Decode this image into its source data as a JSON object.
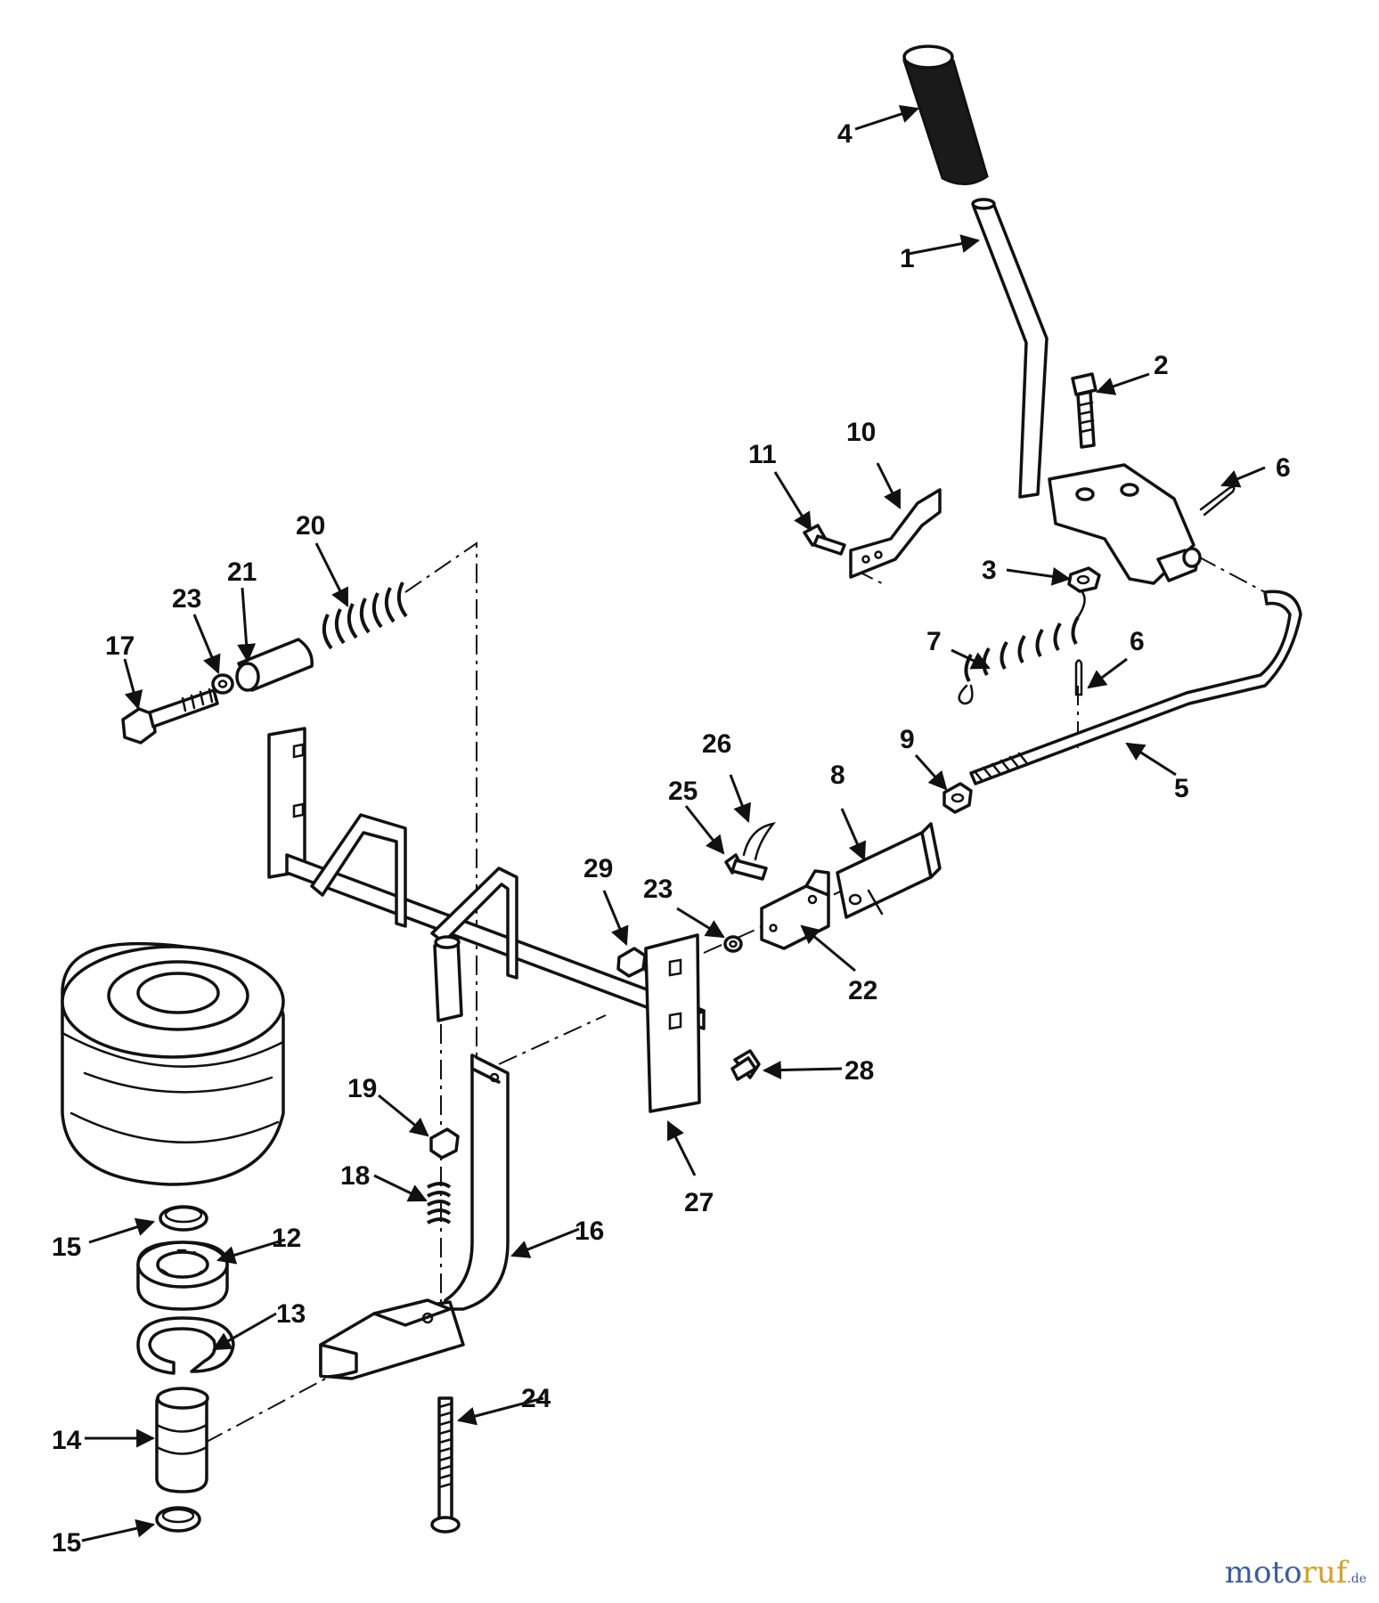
{
  "callouts": [
    "1",
    "2",
    "3",
    "4",
    "5",
    "6",
    "6",
    "7",
    "8",
    "9",
    "10",
    "11",
    "12",
    "13",
    "14",
    "15",
    "15",
    "16",
    "17",
    "18",
    "19",
    "20",
    "21",
    "22",
    "23",
    "23",
    "24",
    "25",
    "26",
    "27",
    "28",
    "29"
  ],
  "watermark": {
    "brand_a": "moto",
    "brand_b": "ruf",
    "suffix": ".de"
  },
  "colors": {
    "ink": "#111111",
    "watermark_blue": "#3b5aa8",
    "watermark_gold": "#d4a020"
  }
}
